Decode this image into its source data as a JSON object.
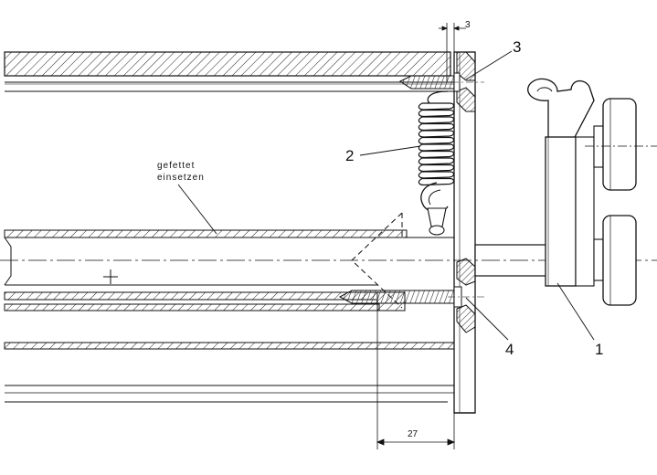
{
  "callouts": {
    "c1": "1",
    "c2": "2",
    "c3": "3",
    "c4": "4"
  },
  "annotation": {
    "line1": "gefettet",
    "line2": "einsetzen"
  },
  "dimensions": {
    "top_gap": "3",
    "bottom_length": "27"
  }
}
